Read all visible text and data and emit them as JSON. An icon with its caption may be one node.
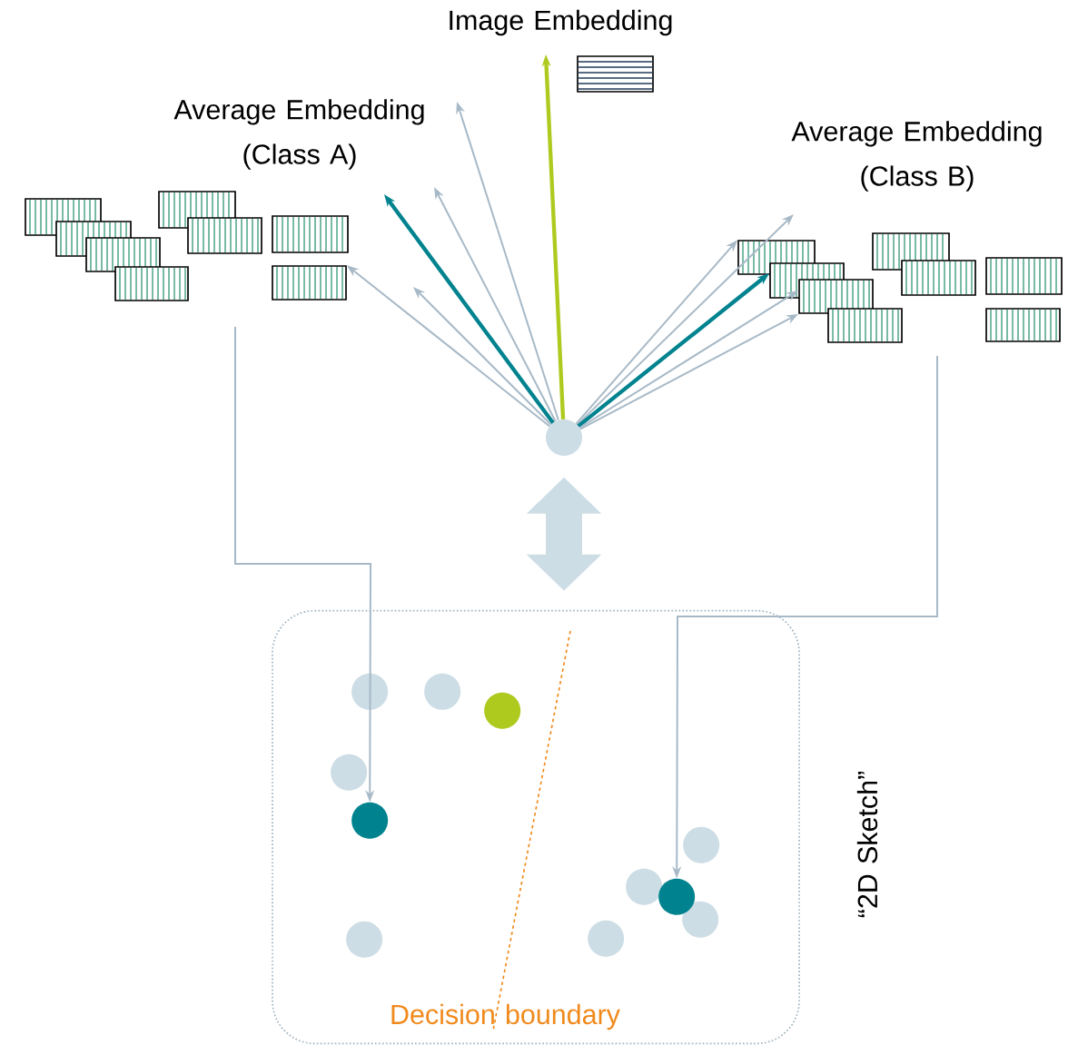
{
  "diagram": {
    "nodes": [
      {
        "text": [],
        "shape": "circle"
      },
      {
        "text": [],
        "shape": "box"
      },
      {
        "text": [],
        "shape": "box"
      },
      {
        "text": [],
        "shape": "box"
      },
      {
        "text": [],
        "shape": "box"
      },
      {
        "text": [],
        "shape": "box"
      },
      {
        "text": [],
        "shape": "box"
      },
      {
        "text": [],
        "shape": "box"
      },
      {
        "text": [],
        "shape": "box"
      },
      {
        "text": [],
        "shape": "box"
      },
      {
        "text": [],
        "shape": "box"
      },
      {
        "text": [],
        "shape": "box"
      },
      {
        "text": [],
        "shape": "box"
      },
      {
        "text": [],
        "shape": "box"
      },
      {
        "text": [],
        "shape": "box"
      },
      {
        "text": [],
        "shape": "box"
      },
      {
        "text": [],
        "shape": "box"
      },
      {
        "text": [],
        "shape": "box"
      },
      {
        "text": [],
        "shape": "box"
      },
      {
        "text": [],
        "shape": "circle",
        "in": 18
      },
      {
        "text": [],
        "shape": "circle",
        "in": 18
      },
      {
        "text": [],
        "shape": "circle",
        "in": 18
      },
      {
        "text": [],
        "shape": "circle",
        "in": 18
      },
      {
        "text": [],
        "shape": "circle",
        "in": 18
      },
      {
        "text": [],
        "shape": "circle",
        "in": 18
      },
      {
        "text": [],
        "shape": "circle",
        "in": 18
      },
      {
        "text": [],
        "shape": "circle",
        "in": 18
      },
      {
        "text": [],
        "shape": "circle",
        "in": 18
      },
      {
        "text": [],
        "shape": "circle",
        "in": 18
      },
      {
        "text": [],
        "shape": "circle",
        "in": 18
      }
    ],
    "edges": [
      {
        "from": 0,
        "to": 18,
        "arrow": "both",
        "style": "thick",
        "color": "#cddde5"
      },
      {
        "from": null,
        "to": 23,
        "arrow": "to"
      },
      {
        "from": null,
        "to": 26,
        "arrow": "to"
      },
      {
        "from": 0,
        "to": null,
        "arrow": "to"
      },
      {
        "from": 0,
        "to": null,
        "arrow": "to"
      },
      {
        "from": 0,
        "to": null,
        "arrow": "to",
        "style": "thick",
        "color": "#00838f"
      },
      {
        "from": 0,
        "to": null,
        "arrow": "to"
      },
      {
        "from": 0,
        "to": 9,
        "arrow": "to"
      },
      {
        "from": 0,
        "to": null,
        "arrow": "to",
        "style": "thick",
        "color": "#afca1f"
      },
      {
        "from": 0,
        "to": 10,
        "arrow": "to"
      },
      {
        "from": 0,
        "to": null,
        "arrow": "to"
      },
      {
        "from": 0,
        "to": 11,
        "arrow": "to",
        "style": "thick",
        "color": "#00838f"
      },
      {
        "from": 0,
        "to": 12,
        "arrow": "to"
      },
      {
        "from": 0,
        "to": 12,
        "arrow": "to"
      }
    ],
    "labels": [
      "Image Embedding",
      "Average Embedding (Class A)",
      "Average Embedding (Class B)",
      "“2D Sketch”",
      "Decision boundary"
    ]
  }
}
